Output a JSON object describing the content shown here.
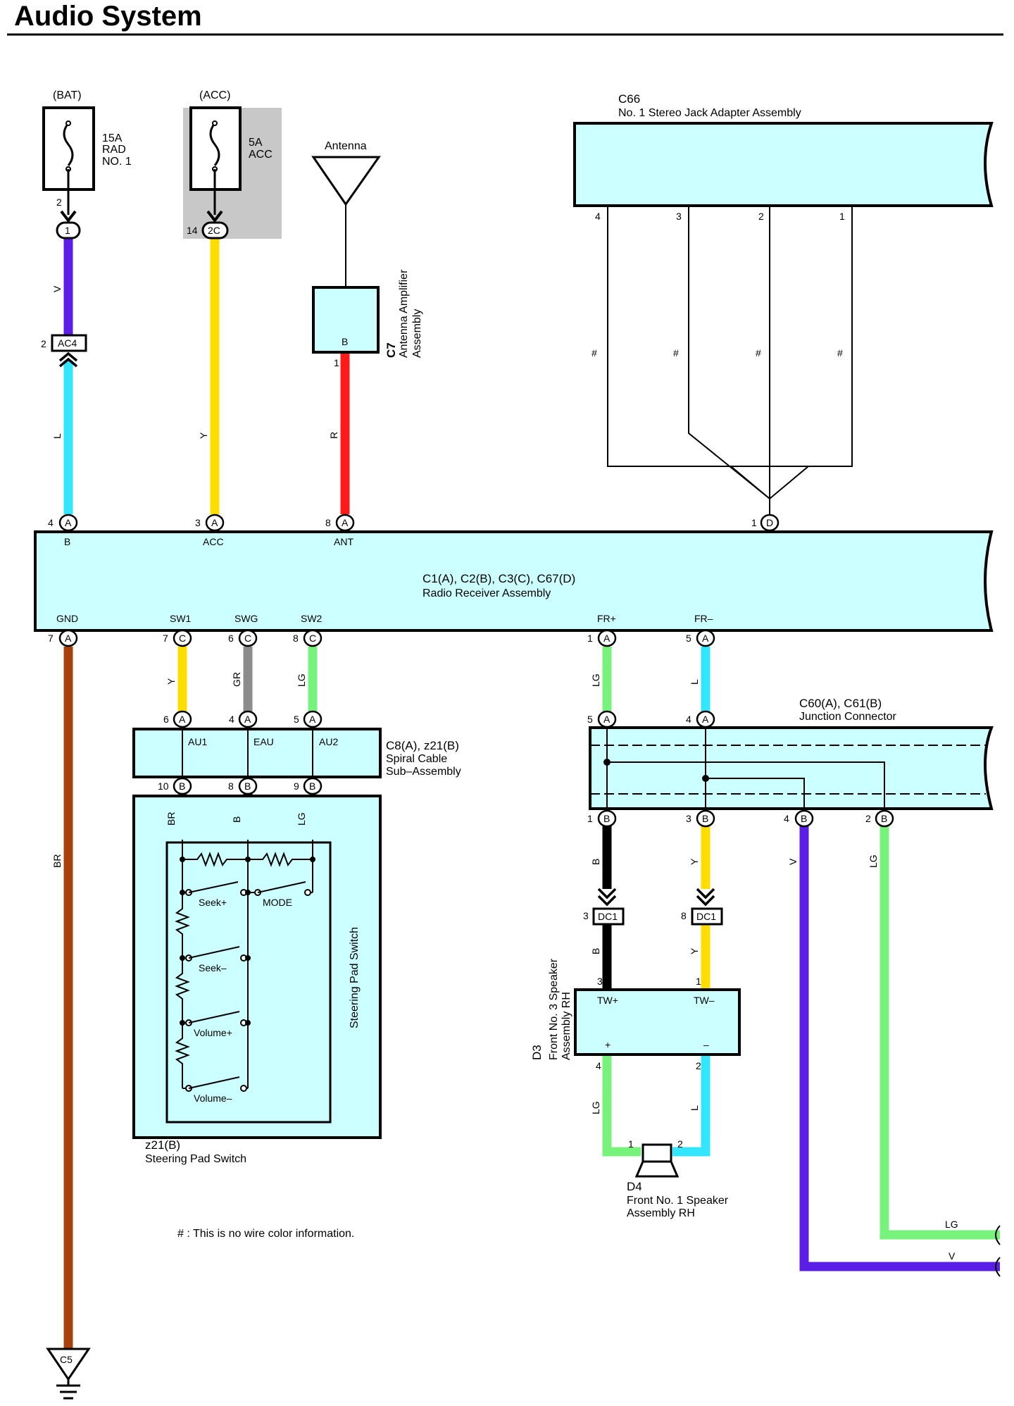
{
  "title": "Audio System",
  "colors": {
    "V": "#5a1ee6",
    "L": "#33e6ff",
    "Y": "#ffdd00",
    "R": "#ff1a1a",
    "BR": "#a8420c",
    "GR": "#8c8c8c",
    "LG": "#77f27a",
    "B": "#000000",
    "component": "#ccffff"
  },
  "sources": {
    "bat": {
      "tag": "(BAT)",
      "rating": "15A",
      "name1": "RAD",
      "name2": "NO. 1",
      "pin": "2",
      "conn_pin": "1"
    },
    "acc": {
      "tag": "(ACC)",
      "rating": "5A",
      "name": "ACC",
      "pin": "14",
      "conn": "2C"
    }
  },
  "antenna": {
    "label": "Antenna",
    "pin_label": "B",
    "pin": "1",
    "ref": "C7",
    "name1": "Antenna Amplifier",
    "name2": "Assembly"
  },
  "ac4": {
    "pin": "2",
    "label": "AC4"
  },
  "c66": {
    "ref": "C66",
    "name": "No.  1 Stereo Jack Adapter Assembly",
    "pins": [
      "4",
      "3",
      "2",
      "1"
    ]
  },
  "no_color_mark": "#",
  "radio": {
    "ref": "C1(A), C2(B), C3(C), C67(D)",
    "name": "Radio Receiver Assembly",
    "top_pins": [
      {
        "num": "4",
        "conn": "A",
        "label": "B"
      },
      {
        "num": "3",
        "conn": "A",
        "label": "ACC"
      },
      {
        "num": "8",
        "conn": "A",
        "label": "ANT"
      },
      {
        "num": "1",
        "conn": "D"
      }
    ],
    "bottom_pins": [
      {
        "num": "7",
        "conn": "A",
        "label": "GND"
      },
      {
        "num": "7",
        "conn": "C",
        "label": "SW1"
      },
      {
        "num": "6",
        "conn": "C",
        "label": "SWG"
      },
      {
        "num": "8",
        "conn": "C",
        "label": "SW2"
      },
      {
        "num": "1",
        "conn": "A",
        "label": "FR+"
      },
      {
        "num": "5",
        "conn": "A",
        "label": "FR–"
      }
    ]
  },
  "wire_codes": {
    "v_bat": "V",
    "l_bat": "L",
    "y_acc": "Y",
    "r_ant": "R",
    "br_gnd": "BR",
    "y_sw1": "Y",
    "gr_swg": "GR",
    "lg_sw2": "LG",
    "lg_frp": "LG",
    "l_frm": "L",
    "br_sp": "BR",
    "b_sp": "B",
    "lg_sp": "LG",
    "b_j1": "B",
    "y_j3": "Y",
    "v_j4": "V",
    "lg_j2": "LG",
    "b_dc": "B",
    "y_dc": "Y",
    "lg_d4": "LG",
    "l_d4": "L",
    "lg_out": "LG",
    "v_out": "V"
  },
  "spiral": {
    "ref": "C8(A), z21(B)",
    "name1": "Spiral Cable",
    "name2": "Sub–Assembly",
    "top_pins": [
      {
        "num": "6",
        "conn": "A",
        "label": "AU1"
      },
      {
        "num": "4",
        "conn": "A",
        "label": "EAU"
      },
      {
        "num": "5",
        "conn": "A",
        "label": "AU2"
      }
    ],
    "bottom_pins": [
      {
        "num": "10",
        "conn": "B"
      },
      {
        "num": "8",
        "conn": "B"
      },
      {
        "num": "9",
        "conn": "B"
      }
    ]
  },
  "steering": {
    "inner_label": "Steering Pad Switch",
    "ref": "z21(B)",
    "name": "Steering Pad Switch",
    "switches": [
      "Seek+",
      "MODE",
      "Seek–",
      "Volume+",
      "Volume–"
    ]
  },
  "junction": {
    "ref": "C60(A), C61(B)",
    "name": "Junction Connector",
    "top_pins": [
      {
        "num": "5",
        "conn": "A"
      },
      {
        "num": "4",
        "conn": "A"
      }
    ],
    "bottom_pins": [
      {
        "num": "1",
        "conn": "B"
      },
      {
        "num": "3",
        "conn": "B"
      },
      {
        "num": "4",
        "conn": "B"
      },
      {
        "num": "2",
        "conn": "B"
      }
    ]
  },
  "dc1": {
    "left_pin": "3",
    "right_pin": "8",
    "label": "DC1"
  },
  "d3": {
    "ref": "D3",
    "name1": "Front No. 3 Speaker",
    "name2": "Assembly RH",
    "tw_plus": "TW+",
    "tw_minus": "TW–",
    "plus": "+",
    "minus": "–",
    "p3": "3",
    "p1": "1",
    "p4": "4",
    "p2": "2"
  },
  "d4": {
    "ref": "D4",
    "name1": "Front No. 1 Speaker",
    "name2": "Assembly RH",
    "p1": "1",
    "p2": "2"
  },
  "ground": {
    "label": "C5"
  },
  "footnote": "# : This is no wire color information."
}
